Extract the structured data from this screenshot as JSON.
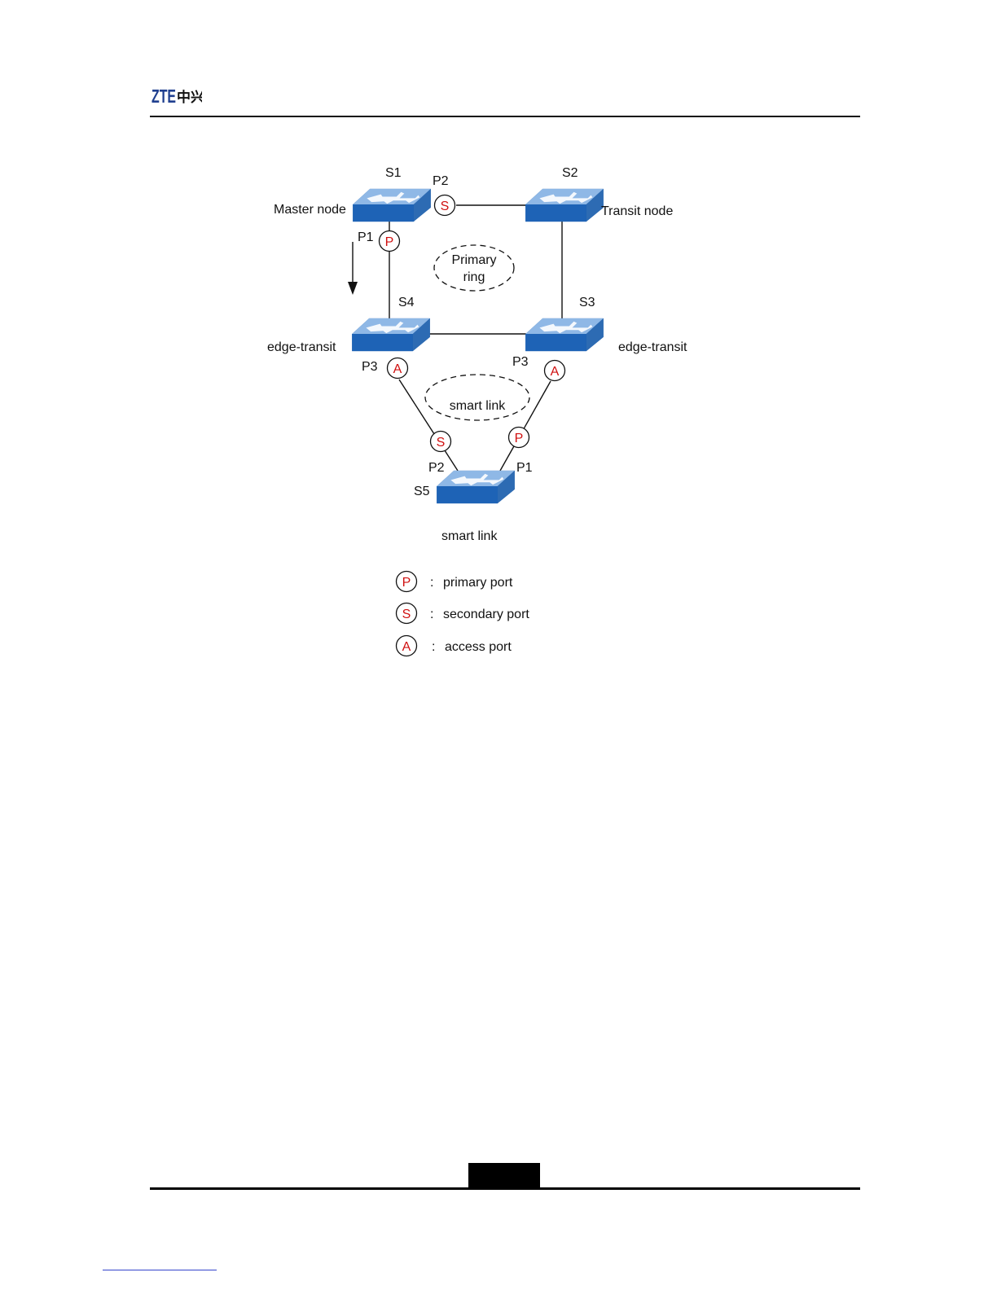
{
  "header": {
    "logo_latin": "ZTE",
    "logo_cjk": "中兴"
  },
  "nodes": {
    "s1": {
      "name": "S1",
      "role": "Master node"
    },
    "s2": {
      "name": "S2",
      "role": "Transit node"
    },
    "s3": {
      "name": "S3",
      "role": "edge-transit"
    },
    "s4": {
      "name": "S4",
      "role": "edge-transit"
    },
    "s5": {
      "name": "S5",
      "role": "smart link"
    }
  },
  "ports": {
    "s1_p2": {
      "label": "P2",
      "type": "S"
    },
    "s1_p1": {
      "label": "P1",
      "type": "P"
    },
    "s4_p3": {
      "label": "P3",
      "type": "A"
    },
    "s3_p3": {
      "label": "P3",
      "type": "A"
    },
    "s5_p2": {
      "label": "P2",
      "type": "S"
    },
    "s5_p1": {
      "label": "P1",
      "type": "P"
    }
  },
  "rings": {
    "primary": {
      "line1": "Primary",
      "line2": "ring"
    },
    "smart": {
      "label": "smart link"
    }
  },
  "legend": [
    {
      "symbol": "P",
      "sep": ":",
      "text": "primary port"
    },
    {
      "symbol": "S",
      "sep": ":",
      "text": "secondary port"
    },
    {
      "symbol": "A",
      "sep": ":",
      "text": "access port"
    }
  ],
  "colors": {
    "port_red": "#d01010",
    "switch_blue": "#2f6fb5",
    "switch_light": "#8fb8e6",
    "logo_blue": "#1f3f8f"
  }
}
